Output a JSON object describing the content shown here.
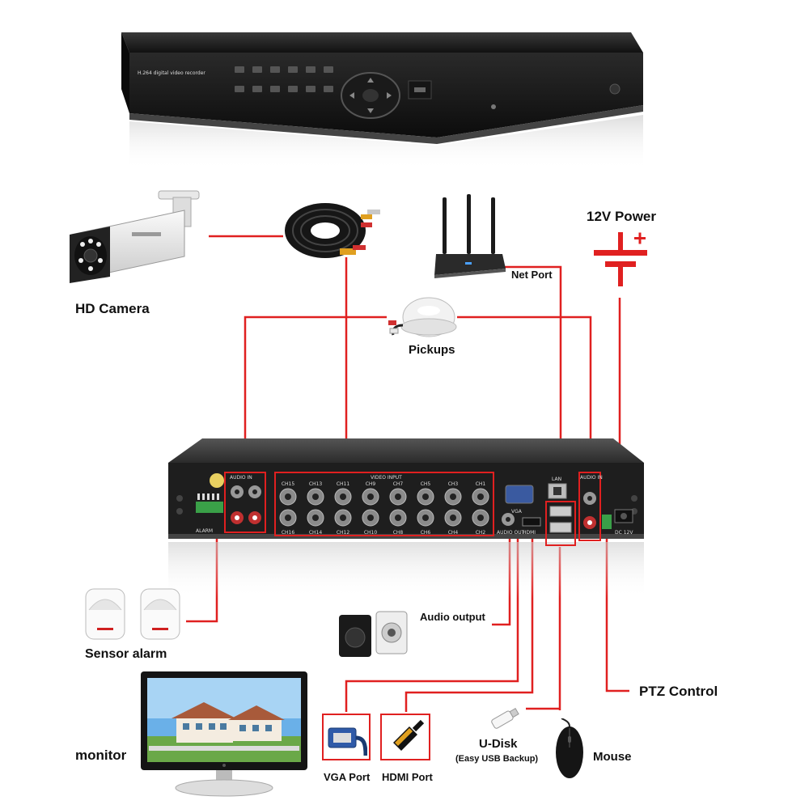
{
  "labels": {
    "hd_camera": "HD Camera",
    "pickups": "Pickups",
    "net_port": "Net Port",
    "power": "12V Power",
    "sensor_alarm": "Sensor alarm",
    "audio_output": "Audio output",
    "ptz_control": "PTZ Control",
    "monitor": "monitor",
    "vga_port": "VGA Port",
    "hdmi_port": "HDMI Port",
    "udisk": "U-Disk",
    "udisk_note": "(Easy USB Backup)",
    "mouse": "Mouse"
  },
  "dvr_front": {
    "model_text": "H.264 digital video recorder"
  },
  "dvr_rear": {
    "audio_in_header": "AUDIO IN",
    "video_input_header": "VIDEO INPUT",
    "audio_in_right_header": "AUDIO IN",
    "lan_label": "LAN",
    "vga_label": "VGA",
    "audio_out_label": "AUDIO OUT",
    "hdmi_label": "HDMI",
    "alarm_label": "ALARM",
    "dc_label": "DC 12V",
    "channels_top": [
      "CH15",
      "CH13",
      "CH11",
      "CH9",
      "CH7",
      "CH5",
      "CH3",
      "CH1"
    ],
    "channels_bottom": [
      "CH16",
      "CH14",
      "CH12",
      "CH10",
      "CH8",
      "CH6",
      "CH4",
      "CH2"
    ]
  },
  "colors": {
    "wire": "#e02020",
    "device_dark": "#1c1c1c",
    "panel": "#222222",
    "highlight_box": "#e02020"
  },
  "icons": [
    "camera-icon",
    "cable-coil-icon",
    "router-icon",
    "power-symbol-icon",
    "microphone-icon",
    "speaker-icon",
    "monitor-icon",
    "vga-connector-icon",
    "hdmi-connector-icon",
    "usb-drive-icon",
    "mouse-icon",
    "motion-sensor-icon"
  ]
}
